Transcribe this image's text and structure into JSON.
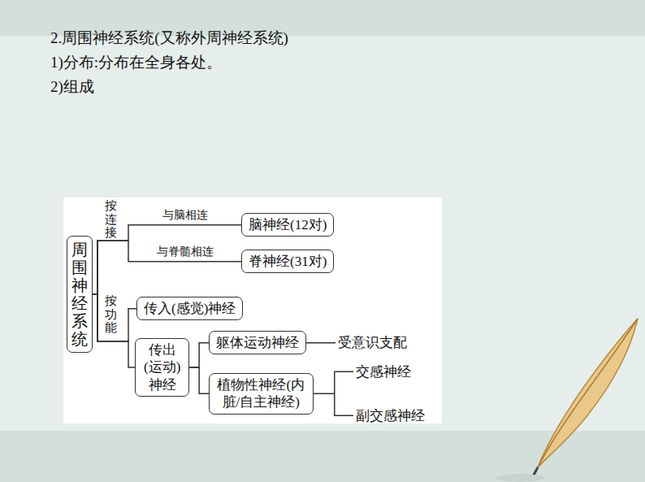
{
  "diagram": {
    "nodes": [
      {
        "text": [
          "周围神经系统"
        ]
      },
      {
        "text": [
          "脑神经(12对)"
        ]
      },
      {
        "text": [
          "脊神经(31对)"
        ]
      },
      {
        "text": [
          "传入(感觉)神经"
        ]
      },
      {
        "text": [
          "传出(运动)神经"
        ]
      },
      {
        "text": [
          "躯体运动神经"
        ]
      },
      {
        "text": [
          "植物性神经(内脏/自主神经)"
        ]
      }
    ],
    "edges": [
      {
        "from": 0,
        "to": 1,
        "arrow": "none",
        "label": "与脑相连"
      },
      {
        "from": 0,
        "to": 2,
        "arrow": "none",
        "label": "与脊髓相连"
      },
      {
        "from": 0,
        "to": 3,
        "arrow": "none"
      },
      {
        "from": 0,
        "to": 4,
        "arrow": "none"
      },
      {
        "from": 4,
        "to": 5,
        "arrow": "none"
      },
      {
        "from": 4,
        "to": 6,
        "arrow": "none"
      }
    ],
    "labels": [
      "2.周围神经系统(又称外周神经系统)",
      "1)分布:分布在全身各处。",
      "2)组成",
      "按连接",
      "按功能",
      "受意识支配",
      "交感神经",
      "副交感神经"
    ]
  }
}
